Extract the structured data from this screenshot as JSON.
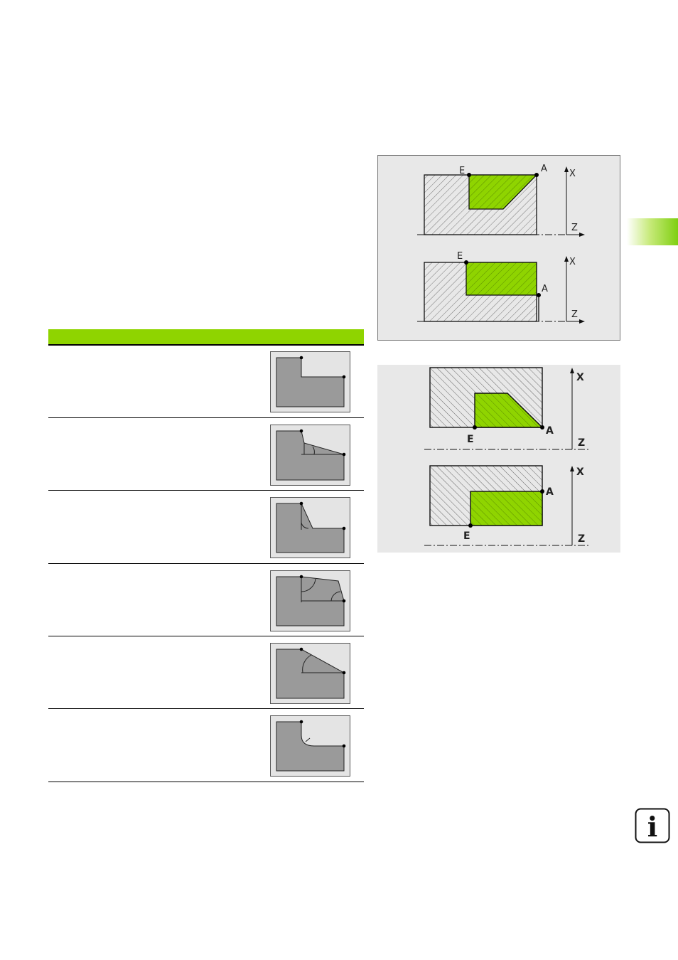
{
  "side_tab": {
    "color": "#7fcf10"
  },
  "table": {
    "header_color": "#8fd400",
    "rows": [
      {
        "icon": "corner-step-icon"
      },
      {
        "icon": "angle-slope-icon"
      },
      {
        "icon": "angle-steep-icon"
      },
      {
        "icon": "two-angles-icon"
      },
      {
        "icon": "chamfer-angle-icon"
      },
      {
        "icon": "radius-fillet-icon"
      }
    ]
  },
  "figure_top": {
    "labels": {
      "e1": "E",
      "a1": "A",
      "x1": "X",
      "z1": "Z",
      "e2": "E",
      "a2": "A",
      "x2": "X",
      "z2": "Z"
    },
    "fill_color": "#8fd400"
  },
  "figure_bottom": {
    "labels": {
      "e1": "E",
      "a1": "A",
      "x1": "X",
      "z1": "Z",
      "e2": "E",
      "a2": "A",
      "x2": "X",
      "z2": "Z"
    },
    "fill_color": "#8fd400"
  },
  "info_icon": {
    "icon": "info-icon",
    "glyph": "i"
  }
}
